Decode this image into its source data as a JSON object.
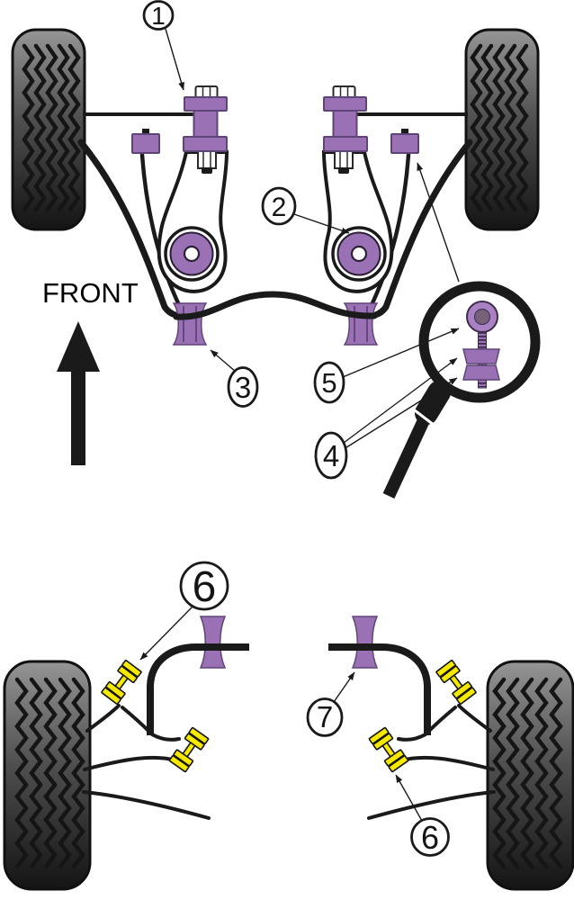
{
  "front_view": {
    "direction_label": "FRONT",
    "callout_1": "1",
    "callout_2": "2",
    "callout_3": "3",
    "callout_4": "4",
    "callout_5": "5"
  },
  "rear_view": {
    "callout_6_upper_link": "6",
    "callout_7": "7",
    "callout_6_lower_link": "6"
  },
  "colors": {
    "line_black": "#1a1a1a",
    "bush_purple": "#9a71b5",
    "bush_purple_dark": "#5f4477",
    "bush_purple_light": "#a981c4",
    "bush_core_mauve": "#77617a",
    "link_yellow": "#f6e900",
    "tire_gray_top": "#959595",
    "tire_gray_mid": "#4f4f4f",
    "tire_black_bottom": "#141414",
    "part_white": "#ffffff"
  }
}
